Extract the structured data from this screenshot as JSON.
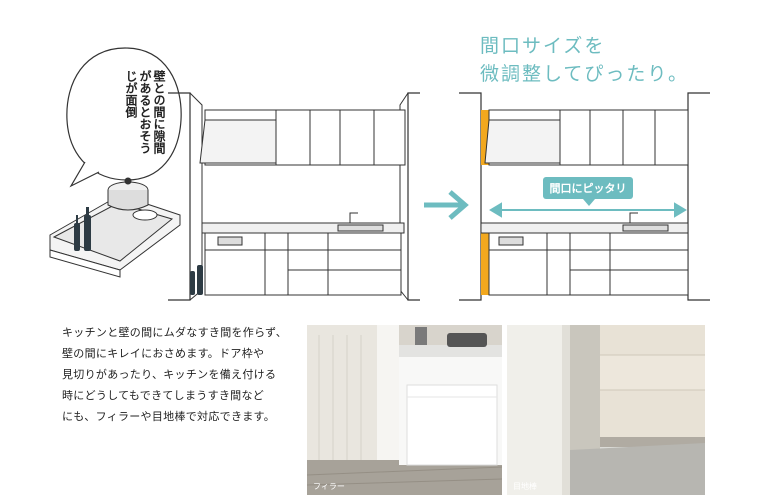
{
  "headline": {
    "line1": "間口サイズを",
    "line2": "微調整してぴったり。"
  },
  "speech_bubble": {
    "text": "壁との間に隙間があるとおそうじが面倒"
  },
  "fit_label": "間口にピッタリ",
  "description_lines": [
    "キッチンと壁の間にムダなすき間を作らず、",
    "壁の間にキレイにおさめます。ドア枠や",
    "見切りがあったり、キッチンを備え付ける",
    "時にどうしてもできてしまうすき間など",
    "にも、フィラーや目地棒で対応できます。"
  ],
  "photos": [
    {
      "caption": "フィラー"
    },
    {
      "caption": "目地棒"
    }
  ],
  "colors": {
    "accent": "#6dbcc0",
    "filler": "#f2a81e",
    "line": "#333333"
  }
}
